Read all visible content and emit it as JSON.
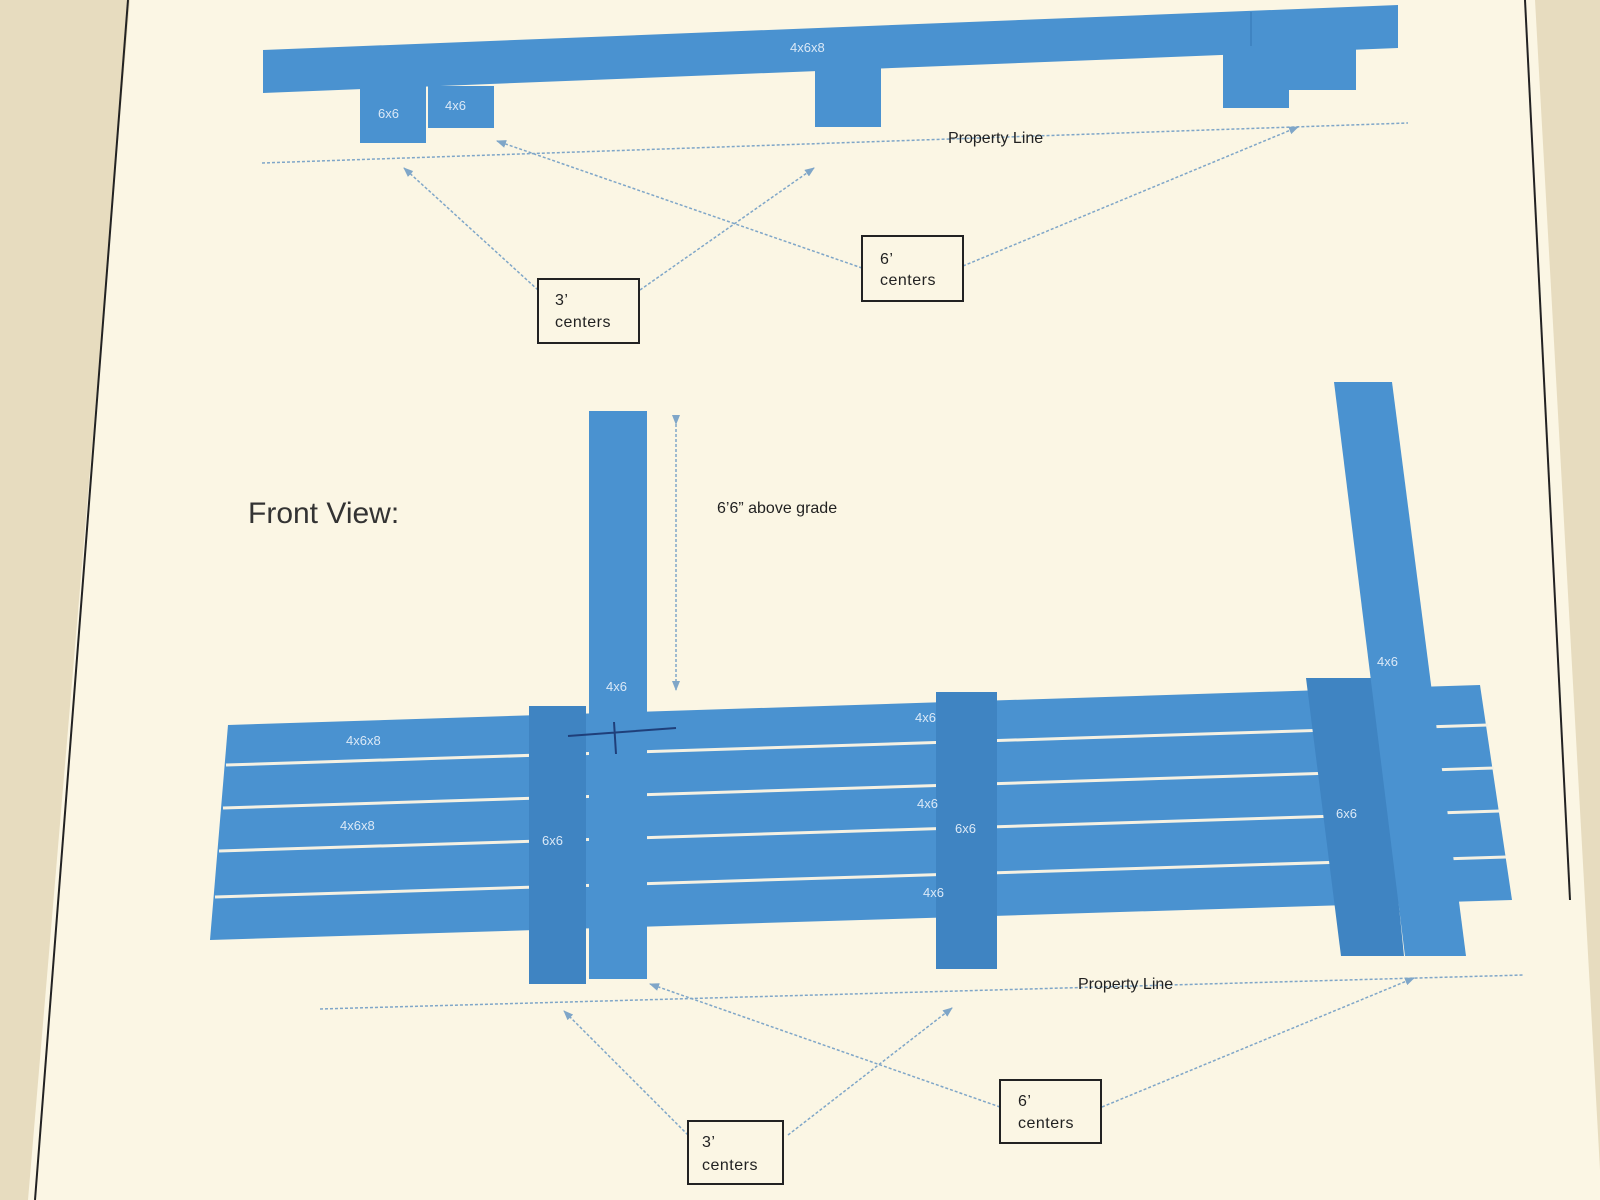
{
  "colors": {
    "paper": "#fbf6e4",
    "paper_shadow": "#e7dcbf",
    "lumber": "#4a92d0",
    "lumber_dark": "#3f84c2",
    "board_gap": "#f4f1e3",
    "guide_line": "#7fa6c8",
    "border": "#222222"
  },
  "top_view": {
    "beam_label": "4x6x8",
    "post_label_6x6": "6x6",
    "post_label_4x6": "4x6",
    "property_line_label": "Property Line",
    "callout_3": {
      "line1": "3’",
      "line2": "centers"
    },
    "callout_6": {
      "line1": "6’",
      "line2": "centers"
    }
  },
  "front_view": {
    "title": "Front View:",
    "height_note": "6’6” above grade",
    "rail_label_top": "4x6x8",
    "rail_label_mid": "4x6x8",
    "post_label_4x6": "4x6",
    "post_label_6x6": "6x6",
    "property_line_label": "Property Line",
    "callout_3": {
      "line1": "3’",
      "line2": "centers"
    },
    "callout_6": {
      "line1": "6’",
      "line2": "centers"
    }
  }
}
